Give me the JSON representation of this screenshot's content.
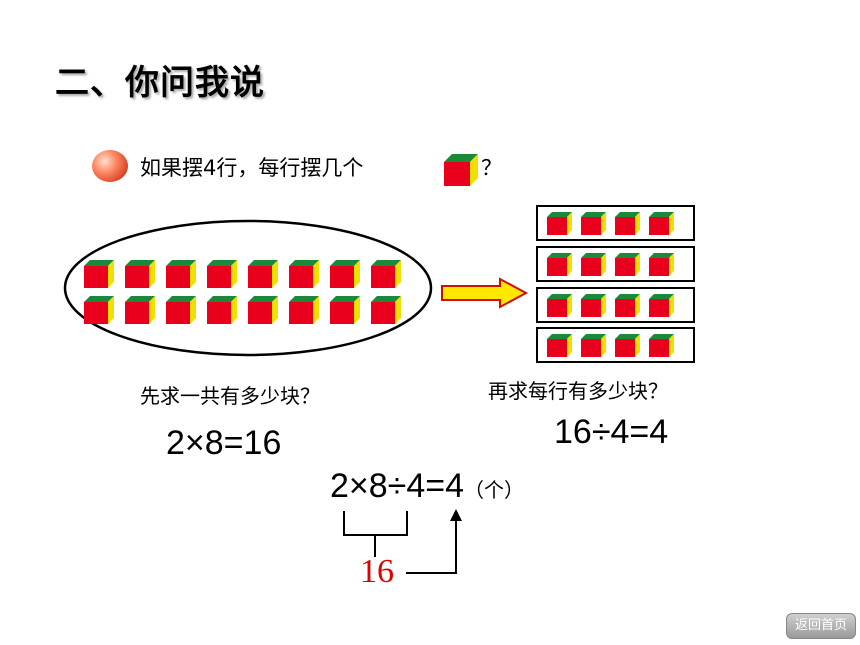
{
  "title": "二、你问我说",
  "question": {
    "text": "如果摆4行，每行摆几个",
    "question_mark": "？",
    "icon": "cube-icon"
  },
  "left_group": {
    "rows": 2,
    "per_row": 8,
    "caption": "先求一共有多少块？",
    "equation": "2×8=16"
  },
  "right_group": {
    "rows": 4,
    "per_row": 4,
    "caption": "再求每行有多少块？",
    "equation": "16÷4=4"
  },
  "combined": {
    "expression": "2×8÷4=4",
    "unit": "（个）",
    "intermediate": "16"
  },
  "nav": {
    "back_label": "返回首页"
  },
  "colors": {
    "cube_front": "#e8001c",
    "cube_top": "#1a8a3a",
    "cube_side": "#f0e000",
    "arrow": "#ffe800",
    "intermediate": "#e00000"
  }
}
